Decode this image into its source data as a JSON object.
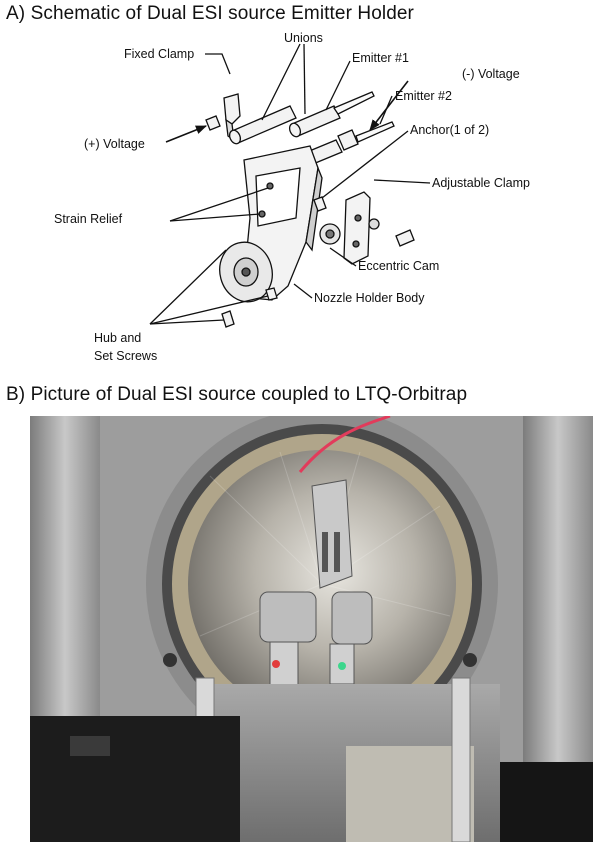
{
  "panel_a": {
    "title": "A) Schematic of Dual ESI source Emitter Holder",
    "labels": {
      "fixed_clamp": "Fixed Clamp",
      "unions": "Unions",
      "emitter1": "Emitter #1",
      "neg_voltage": "(-) Voltage",
      "emitter2": "Emitter #2",
      "pos_voltage": "(+) Voltage",
      "anchor": "Anchor(1 of 2)",
      "adjustable_clamp": "Adjustable Clamp",
      "strain_relief": "Strain Relief",
      "eccentric_cam": "Eccentric Cam",
      "nozzle_holder_body": "Nozzle Holder Body",
      "hub_line1": "Hub and",
      "hub_line2": "Set Screws"
    }
  },
  "panel_b": {
    "title": "B) Picture of Dual ESI source coupled to LTQ-Orbitrap"
  }
}
